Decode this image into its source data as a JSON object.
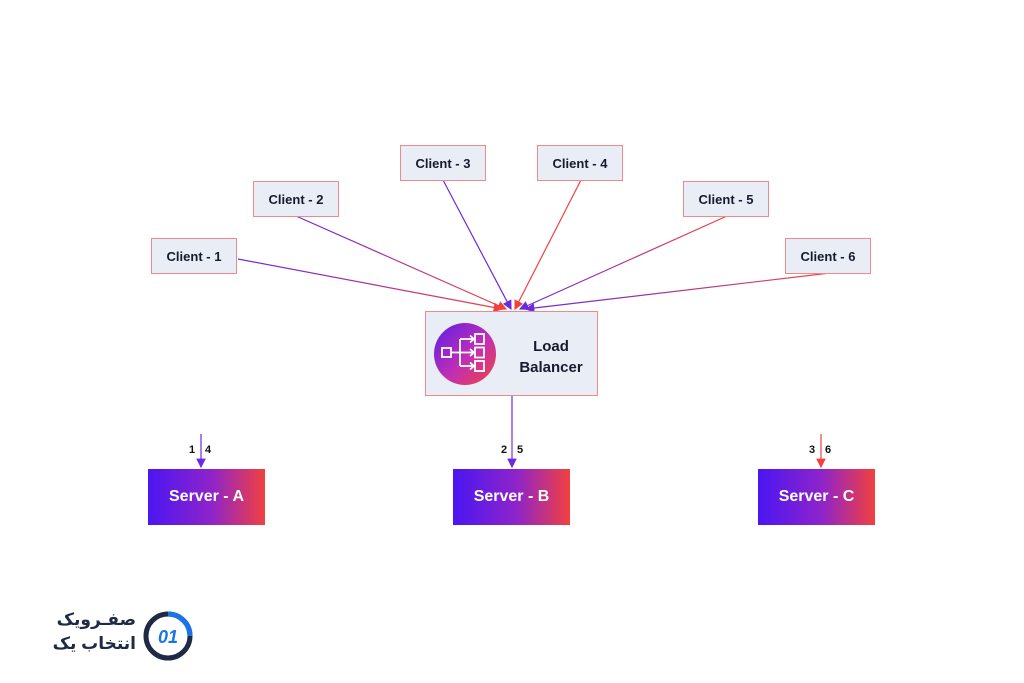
{
  "clients": [
    {
      "id": "c1",
      "label": "Client - 1"
    },
    {
      "id": "c2",
      "label": "Client - 2"
    },
    {
      "id": "c3",
      "label": "Client - 3"
    },
    {
      "id": "c4",
      "label": "Client - 4"
    },
    {
      "id": "c5",
      "label": "Client - 5"
    },
    {
      "id": "c6",
      "label": "Client - 6"
    }
  ],
  "load_balancer": {
    "line1": "Load",
    "line2": "Balancer",
    "icon": "load-balancer-icon"
  },
  "servers": [
    {
      "label": "Server - A",
      "requests": [
        "1",
        "4"
      ]
    },
    {
      "label": "Server - B",
      "requests": [
        "2",
        "5"
      ]
    },
    {
      "label": "Server - C",
      "requests": [
        "3",
        "6"
      ]
    }
  ],
  "logo": {
    "line1": "صفـرویک",
    "line2": "انتخاب یک",
    "mark_text": "01"
  },
  "colors": {
    "purple": "#5a1ee6",
    "red": "#f2403f",
    "box_fill": "#e9edf6",
    "box_border": "#f08a8a"
  }
}
